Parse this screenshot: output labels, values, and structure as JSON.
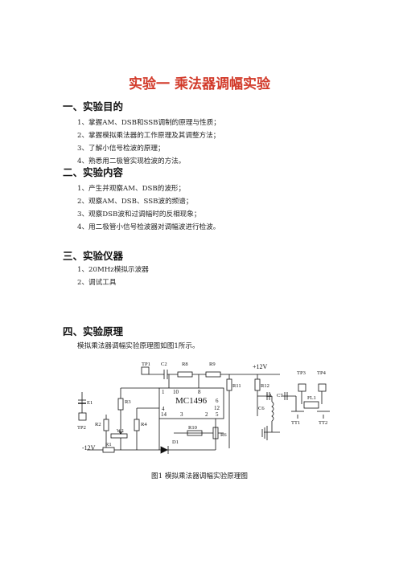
{
  "title": "实验一  乘法器调幅实验",
  "sections": [
    {
      "heading": "一、实验目的",
      "items": [
        "1、掌握AM、DSB和SSB调制的原理与性质；",
        "2、掌握模拟乘法器的工作原理及其调整方法；",
        "3、了解小信号检波的原理；",
        "4、熟悉用二极管实现检波的方法。"
      ]
    },
    {
      "heading": "二、实验内容",
      "items": [
        "1、产生并观察AM、DSB的波形；",
        "2、观察AM、DSB、SSB波的频谱；",
        "3、观察DSB波和过调幅时的反相现象；",
        "4、用二极管小信号检波器对调幅波进行检波。"
      ]
    },
    {
      "heading": "三、实验仪器",
      "items": [
        "1、20MHz模拟示波器",
        "2、调试工具"
      ]
    },
    {
      "heading": "四、实验原理",
      "intro": "模拟乘法器调幅实验原理图如图1所示。"
    }
  ],
  "figure": {
    "caption": "图1    模拟乘法器调幅实验原理图",
    "chip_label": "MC1496",
    "pin_numbers": [
      "1",
      "10",
      "8",
      "6",
      "12",
      "4",
      "14",
      "3",
      "2",
      "5"
    ],
    "supply_positive": "+12V",
    "supply_negative": "-12V",
    "component_labels": [
      "TP1",
      "C2",
      "R8",
      "R9",
      "R11",
      "R12",
      "L1",
      "C7",
      "C6",
      "TP3",
      "TP4",
      "FL1",
      "TT1",
      "TT2",
      "E1",
      "TP2",
      "R3",
      "R2",
      "R4",
      "W1",
      "R1",
      "R10",
      "R6",
      "D1"
    ]
  }
}
